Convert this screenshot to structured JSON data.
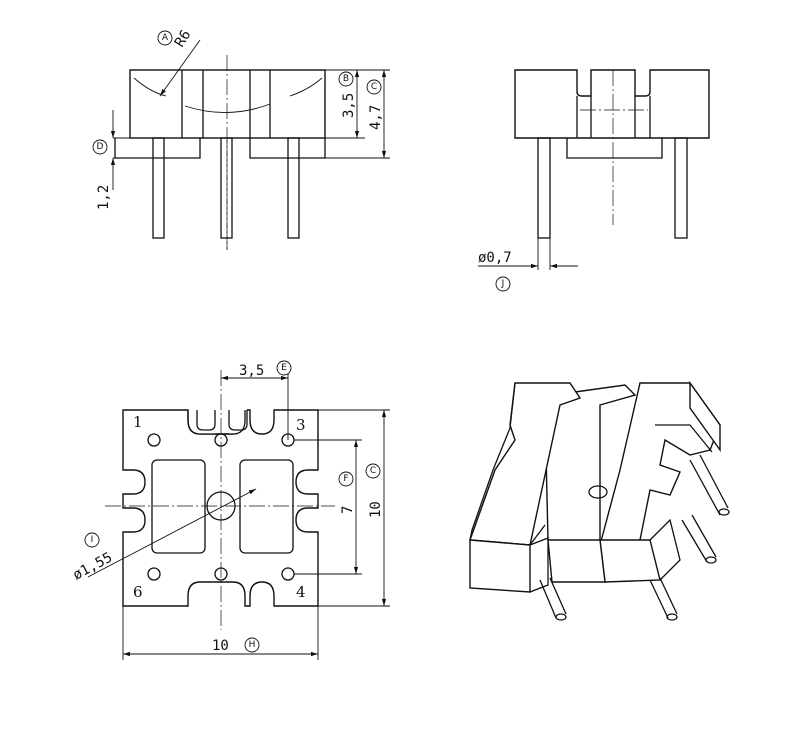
{
  "dimensions": {
    "radius": "R6",
    "height_body": "3,5",
    "height_total": "4,7",
    "standoff": "1,2",
    "pin_diameter": "ø0,7",
    "pin_pitch": "3,5",
    "pin_row_spacing": "7",
    "height_bottom": "10",
    "width_bottom": "10",
    "hole_diameter": "ø1,55"
  },
  "callouts": {
    "A": "A",
    "B": "B",
    "C": "C",
    "D": "D",
    "E": "E",
    "F": "F",
    "H": "H",
    "I": "I",
    "J": "J"
  },
  "pin_numbers": {
    "p1": "1",
    "p3": "3",
    "p4": "4",
    "p6": "6"
  }
}
